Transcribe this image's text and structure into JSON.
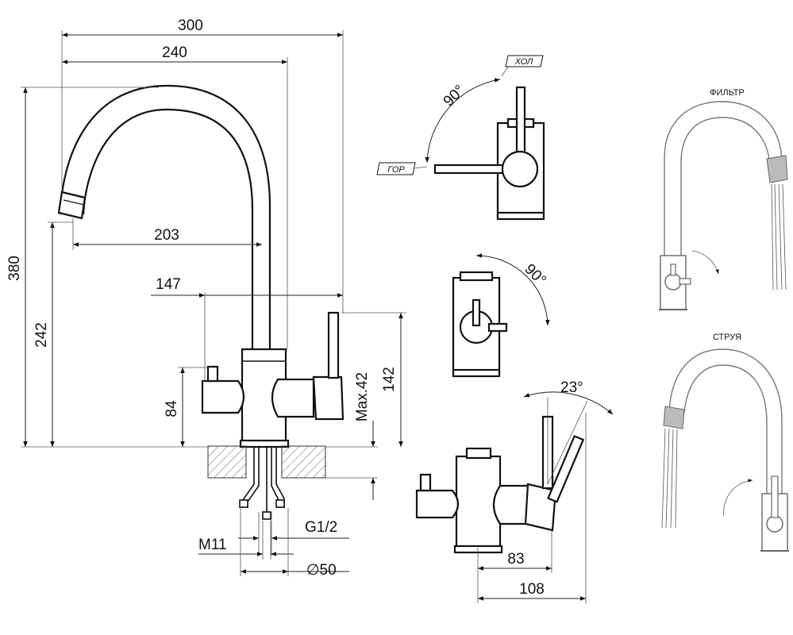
{
  "dimensions": {
    "d300": "300",
    "d240": "240",
    "d203": "203",
    "d147": "147",
    "d380": "380",
    "d242": "242",
    "d84": "84",
    "d142": "142",
    "max42": "Max.42",
    "g12": "G1/2",
    "m11": "M11",
    "d50": "∅50",
    "d83": "83",
    "d108": "108"
  },
  "angles": {
    "a90_top": "90°",
    "a90_mid": "90°",
    "a23": "23°"
  },
  "tags": {
    "hot": "ГОР",
    "cold": "ХОЛ"
  },
  "modes": {
    "filter": "ФИЛЬТР",
    "stream": "СТРУЯ"
  }
}
